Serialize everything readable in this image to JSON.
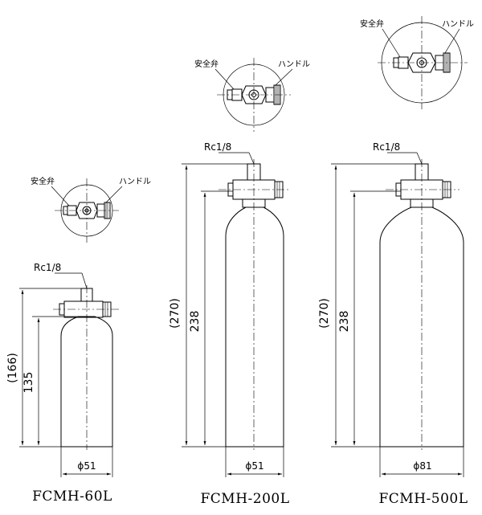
{
  "models": [
    {
      "name": "FCMH-60L",
      "top_view": {
        "safety_valve_label": "安全弁",
        "handle_label": "ハンドル"
      },
      "port_label": "Rc1/8",
      "overall_height_label": "(166)",
      "body_height_label": "135",
      "diameter_label": "ϕ51"
    },
    {
      "name": "FCMH-200L",
      "top_view": {
        "safety_valve_label": "安全弁",
        "handle_label": "ハンドル"
      },
      "port_label": "Rc1/8",
      "overall_height_label": "(270)",
      "body_height_label": "238",
      "diameter_label": "ϕ51"
    },
    {
      "name": "FCMH-500L",
      "top_view": {
        "safety_valve_label": "安全弁",
        "handle_label": "ハンドル"
      },
      "port_label": "Rc1/8",
      "overall_height_label": "(270)",
      "body_height_label": "238",
      "diameter_label": "ϕ81"
    }
  ]
}
